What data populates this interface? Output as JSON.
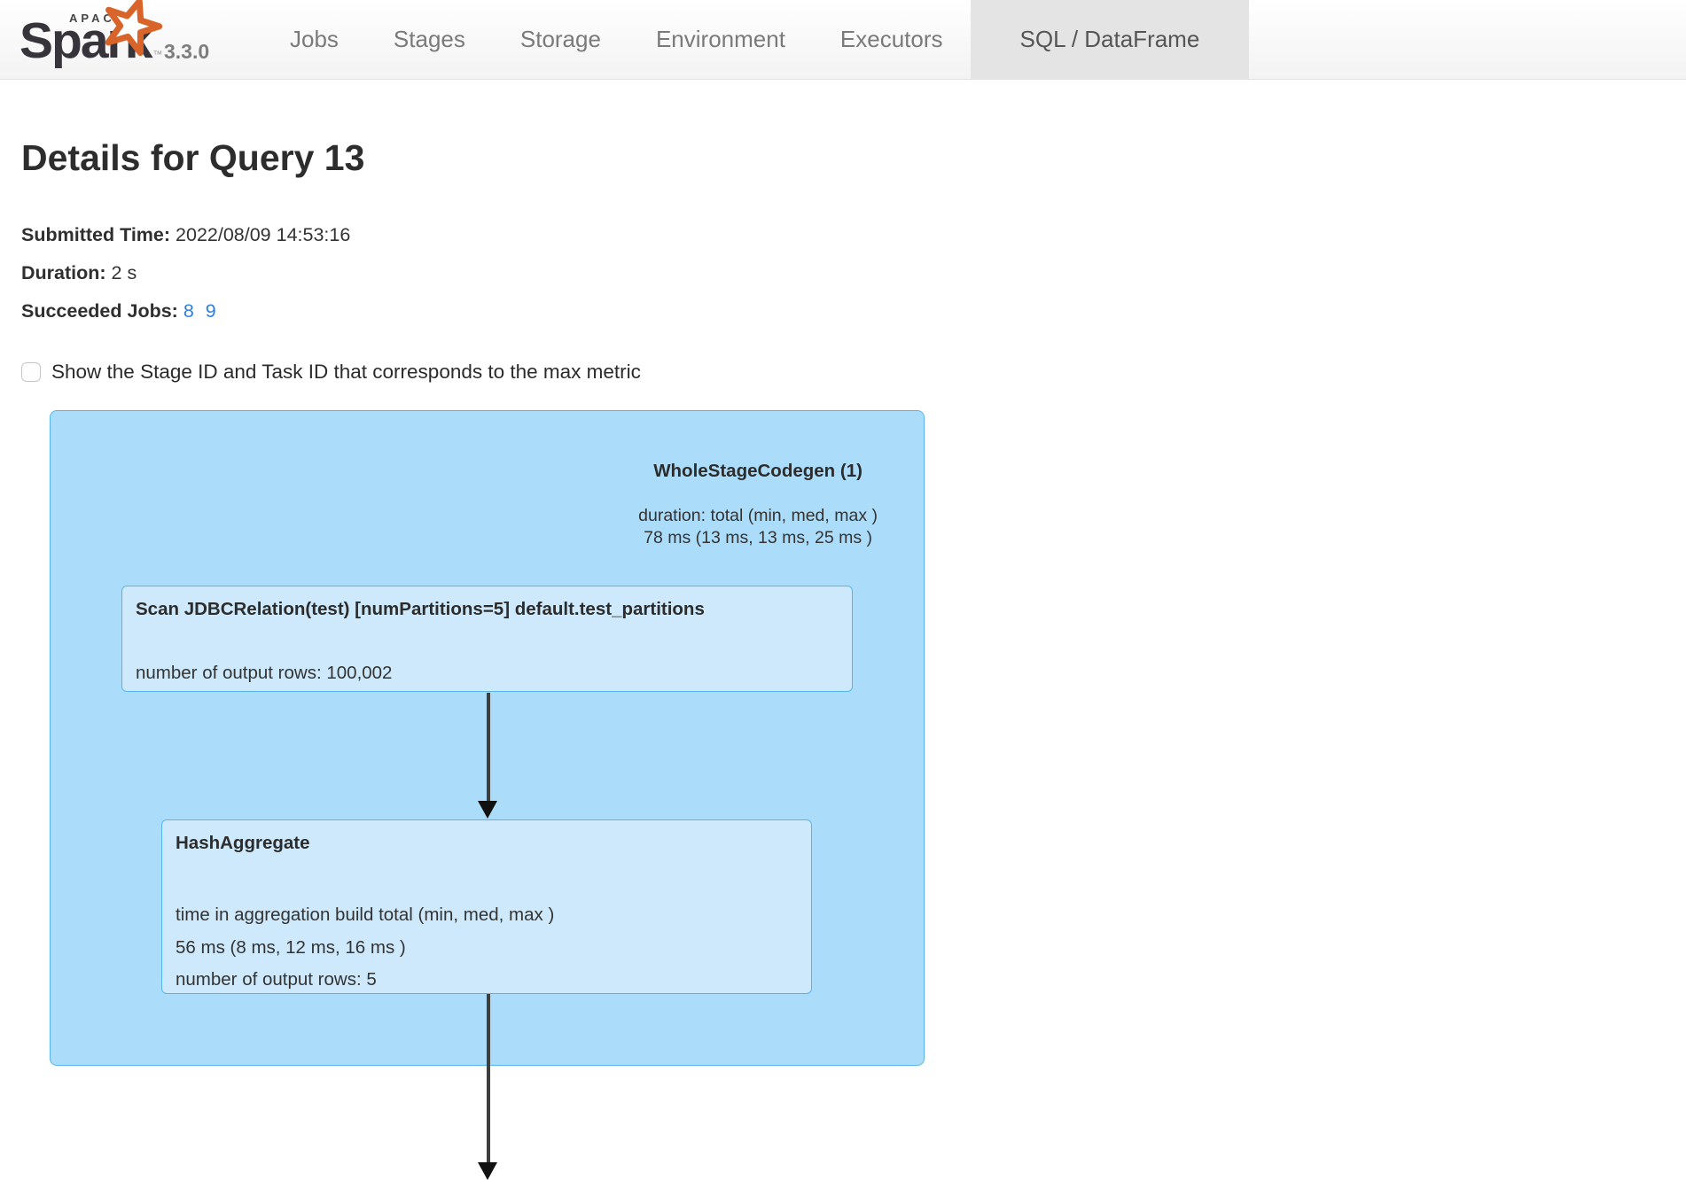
{
  "navbar": {
    "logo": {
      "apache": "APACHE",
      "brand": "Spark",
      "trademark": "™"
    },
    "version": "3.3.0",
    "items": [
      {
        "label": "Jobs",
        "active": false
      },
      {
        "label": "Stages",
        "active": false
      },
      {
        "label": "Storage",
        "active": false
      },
      {
        "label": "Environment",
        "active": false
      },
      {
        "label": "Executors",
        "active": false
      },
      {
        "label": "SQL / DataFrame",
        "active": true
      }
    ]
  },
  "page": {
    "title": "Details for Query 13",
    "submitted_time": {
      "label": "Submitted Time:",
      "value": "2022/08/09 14:53:16"
    },
    "duration": {
      "label": "Duration:",
      "value": "2 s"
    },
    "succeeded_jobs": {
      "label": "Succeeded Jobs:",
      "job1": "8",
      "job2": "9"
    },
    "checkbox_label": "Show the Stage ID and Task ID that corresponds to the max metric",
    "checkbox_checked": false
  },
  "plan": {
    "cluster": {
      "title": "WholeStageCodegen (1)",
      "metric_lines": [
        "duration: total (min, med, max )",
        "78 ms (13 ms, 13 ms, 25 ms )"
      ]
    },
    "nodes": [
      {
        "title": "Scan JDBCRelation(test) [numPartitions=5] default.test_partitions",
        "metrics": [
          "number of output rows: 100,002"
        ]
      },
      {
        "title": "HashAggregate",
        "metrics": [
          "time in aggregation build total (min, med, max )",
          "56 ms (8 ms, 12 ms, 16 ms )",
          "number of output rows: 5"
        ]
      }
    ]
  },
  "colors": {
    "cluster_fill": "#ABDDFB",
    "node_fill": "#CDE9FB",
    "plan_stroke": "#57B5EE",
    "edge_color": "#3e3e3e",
    "link_blue": "#2f7fe0",
    "navbar_active_bg": "#e4e4e4",
    "spark_logo_orange": "#D9642A"
  }
}
